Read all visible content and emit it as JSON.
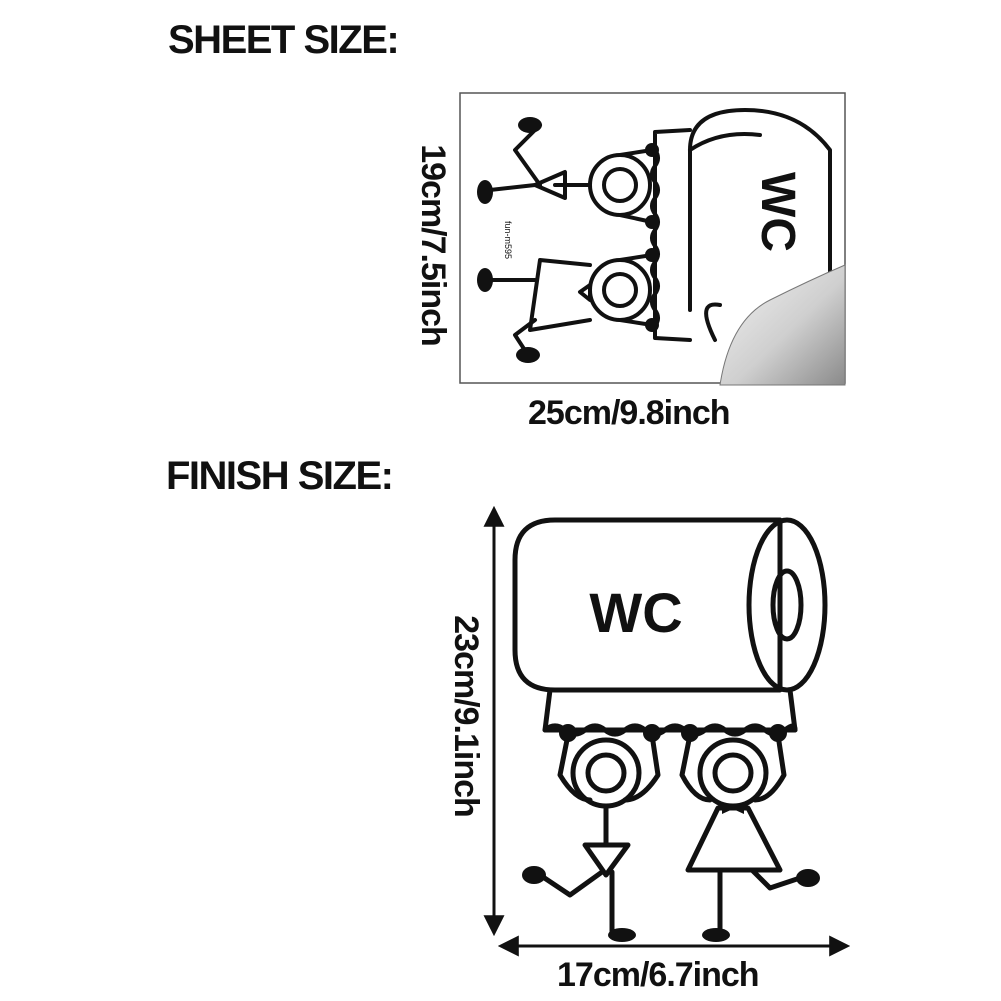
{
  "sheet": {
    "heading": "SHEET SIZE:",
    "width_label": "25cm/9.8inch",
    "height_label": "19cm/7.5inch",
    "product_code": "fun-m595",
    "sign_text": "WC"
  },
  "finish": {
    "heading": "FINISH SIZE:",
    "width_label": "17cm/6.7inch",
    "height_label": "23cm/9.1inch",
    "sign_text": "WC"
  }
}
